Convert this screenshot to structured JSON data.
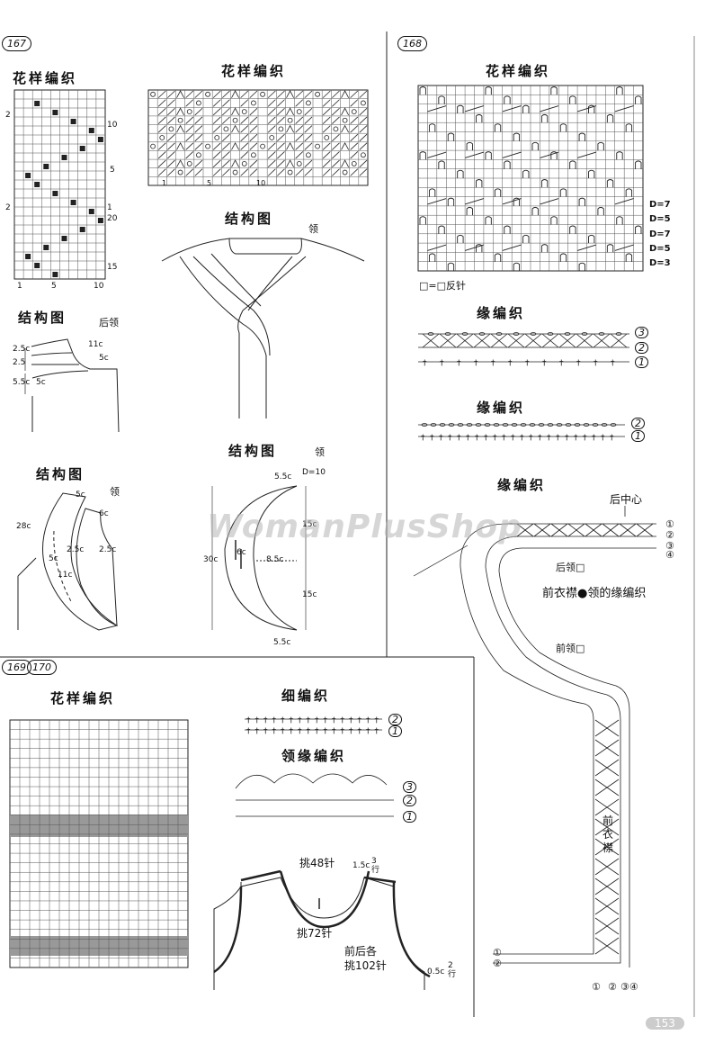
{
  "p167": {
    "badge": "167",
    "pattern_title": "花样编织",
    "pattern_title2": "花样编织",
    "chart_right_nums": [
      "10",
      "5",
      "1",
      "20",
      "15"
    ],
    "chart_left_nums": [
      "2",
      "2"
    ],
    "chart_bottom_nums": [
      "1",
      "5",
      "10"
    ],
    "struct_title_a": "结构图",
    "back_collar": "后领",
    "dims_a": [
      "2.5c",
      "2.5",
      "5.5c",
      "11c",
      "5c",
      "5c"
    ],
    "struct_title_b": "结构图",
    "collar_b": "领",
    "struct_title_c": "结构图",
    "collar_c": "领",
    "dims_c": [
      "5c",
      "6c",
      "28c",
      "2.5c",
      "2.5c",
      "5c",
      "11c"
    ],
    "struct_title_d": "结构图",
    "collar_d": "领",
    "dims_d": [
      "5.5c",
      "D=10",
      "15c",
      "30c",
      "6c",
      "8.5c",
      "15c",
      "5.5c"
    ],
    "chart2_bottom_nums": [
      "1",
      "5",
      "10"
    ]
  },
  "p168": {
    "badge": "168",
    "pattern_title": "花样编织",
    "d_labels": [
      "D=7",
      "D=5",
      "D=7",
      "D=5",
      "D=3"
    ],
    "legend": "□=□反针",
    "edge_title1": "缘编织",
    "edge_title2": "缘编织",
    "edge_title3": "缘编织",
    "back_center": "后中心",
    "back_collar": "后领□",
    "front_collar": "前领□",
    "front_placket_edge": "前衣襟●领的缘编织",
    "front_placket": "前衣襟",
    "rows_top": [
      "①",
      "②",
      "③",
      "④"
    ],
    "rows_bottom": [
      "①",
      "②",
      "③④"
    ],
    "row_marks1": [
      "3",
      "2",
      "1"
    ],
    "row_marks2": [
      "2",
      "1"
    ],
    "bottom_left": [
      "①",
      "②"
    ]
  },
  "p169": {
    "badge": "169",
    "badge2": "170",
    "pattern_title": "花样编织",
    "fine_title": "细编织",
    "collar_edge_title": "领缘编织",
    "row_marks_fine": [
      "2",
      "1"
    ],
    "row_marks_collar": [
      "3",
      "2",
      "1"
    ],
    "pick48": "挑48针",
    "dim15": "1.5c",
    "rows3": "3行",
    "pick72": "挑72针",
    "pick102_a": "前后各",
    "pick102_b": "挑102针",
    "dim05": "0.5c",
    "rows2": "2行"
  },
  "watermark": "WomanPlusShop",
  "page_number": "153"
}
